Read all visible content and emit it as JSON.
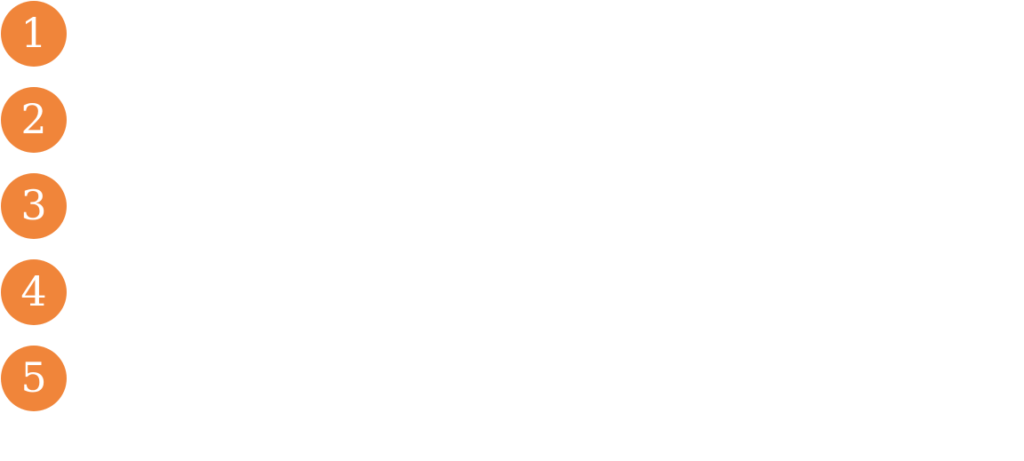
{
  "theme": {
    "badge_color": "#F0853A",
    "text_color": "#FFFFFF",
    "background": "#FFFFFF"
  },
  "steps": [
    {
      "number": "1"
    },
    {
      "number": "2"
    },
    {
      "number": "3"
    },
    {
      "number": "4"
    },
    {
      "number": "5"
    }
  ]
}
